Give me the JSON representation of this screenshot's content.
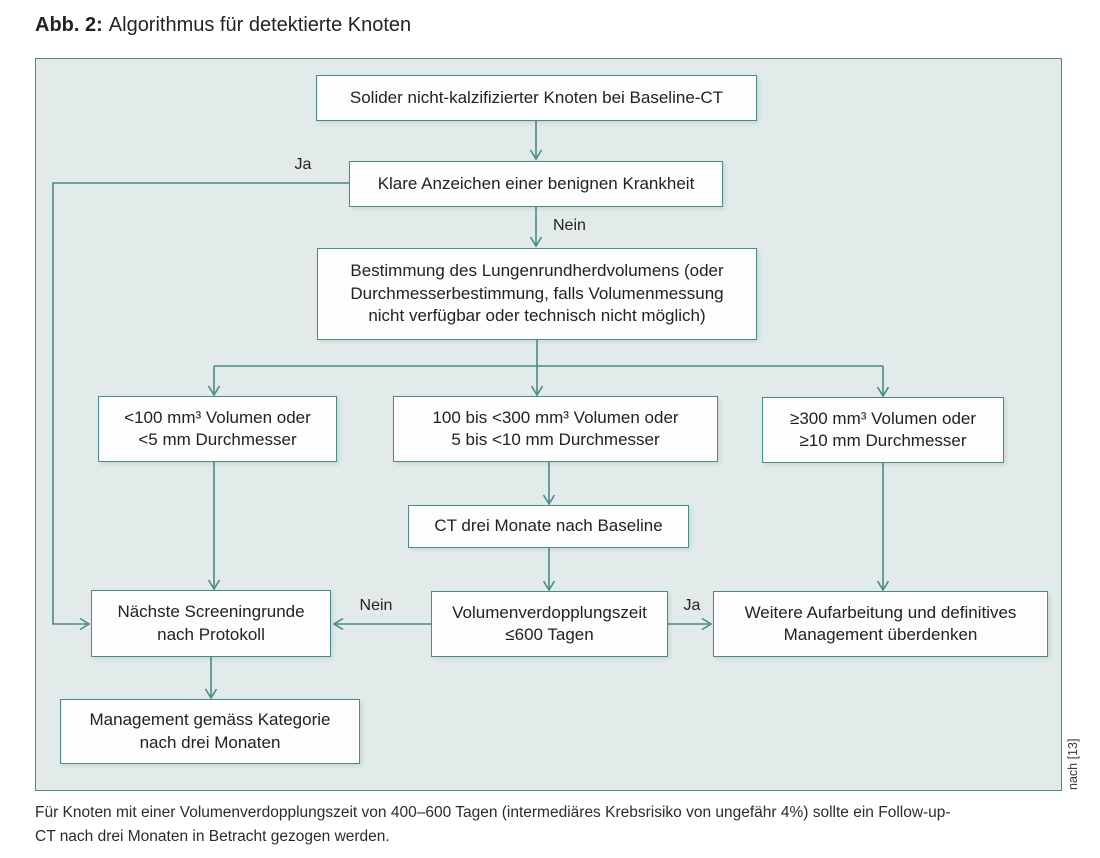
{
  "figure": {
    "caption_label": "Abb. 2:",
    "caption_text": "Algorithmus für detektierte Knoten",
    "footnote": "Für Knoten mit einer Volumenverdopplungszeit von 400–600 Tagen (intermediäres Krebsrisiko von ungefähr 4%) sollte ein Follow-up-\nCT nach drei Monaten in Betracht gezogen werden.",
    "credit": "nach [13]"
  },
  "colors": {
    "line": "#4a8a87",
    "panel": "#e2ebe9",
    "node_bg": "#fdfdfd",
    "text": "#222222"
  },
  "nodes": {
    "baseline": "Solider nicht-kalzifizierter Knoten bei Baseline-CT",
    "benign": "Klare Anzeichen einer benignen Krankheit",
    "volumetry": "Bestimmung des Lungenrundherdvolumens (oder\nDurchmesserbestimmung, falls Volumenmessung\nnicht verfügbar oder technisch nicht möglich)",
    "small": "<100 mm³ Volumen oder\n<5 mm Durchmesser",
    "medium": "100 bis <300 mm³ Volumen oder\n5 bis <10 mm Durchmesser",
    "large": "≥300 mm³ Volumen oder\n≥10 mm Durchmesser",
    "ct3m": "CT drei Monate nach Baseline",
    "next_screen": "Nächste Screeningrunde\nnach Protokoll",
    "vdt": "Volumenverdopplungszeit\n≤600 Tagen",
    "workup": "Weitere Aufarbeitung und definitives\nManagement überdenken",
    "mgmt": "Management gemäss Kategorie\nnach drei Monaten"
  },
  "edge_labels": {
    "benign_yes": "Ja",
    "benign_no": "Nein",
    "vdt_no": "Nein",
    "vdt_yes": "Ja"
  }
}
